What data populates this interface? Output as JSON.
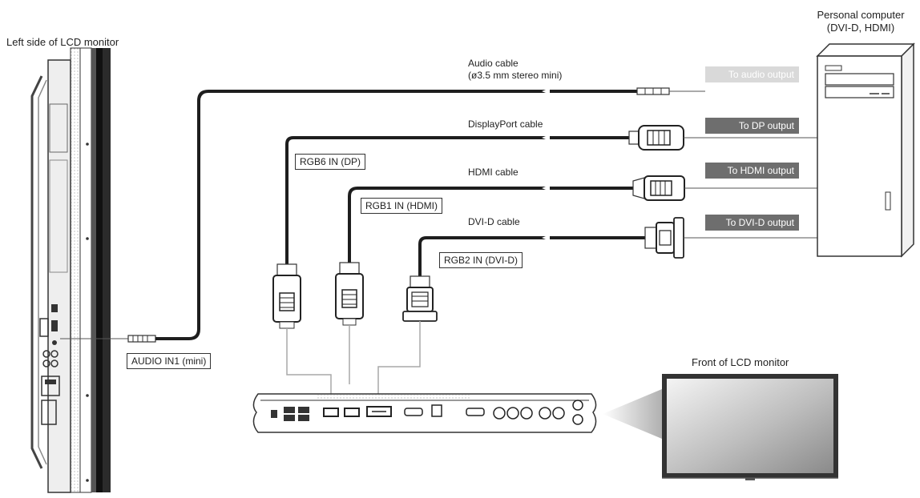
{
  "labels": {
    "left_side": "Left side of LCD monitor",
    "computer": "Personal computer",
    "computer_sub": "(DVI-D, HDMI)",
    "front": "Front of LCD monitor",
    "audio_cable": "Audio cable",
    "audio_cable_sub": "(ø3.5 mm stereo mini)",
    "dp_cable": "DisplayPort cable",
    "hdmi_cable": "HDMI cable",
    "dvi_cable": "DVI-D cable"
  },
  "ports": {
    "dp_in": "RGB6 IN (DP)",
    "hdmi_in": "RGB1 IN (HDMI)",
    "dvi_in": "RGB2 IN (DVI-D)",
    "audio_in": "AUDIO IN1 (mini)"
  },
  "outputs": {
    "audio": "To audio output",
    "dp": "To DP output",
    "hdmi": "To HDMI output",
    "dvi": "To DVI-D output"
  },
  "colors": {
    "cable": "#1e1e1e",
    "thin_line": "#a8a8a8",
    "dark_tag": "#6e6e6e",
    "light_tag": "#d9d9d9"
  }
}
